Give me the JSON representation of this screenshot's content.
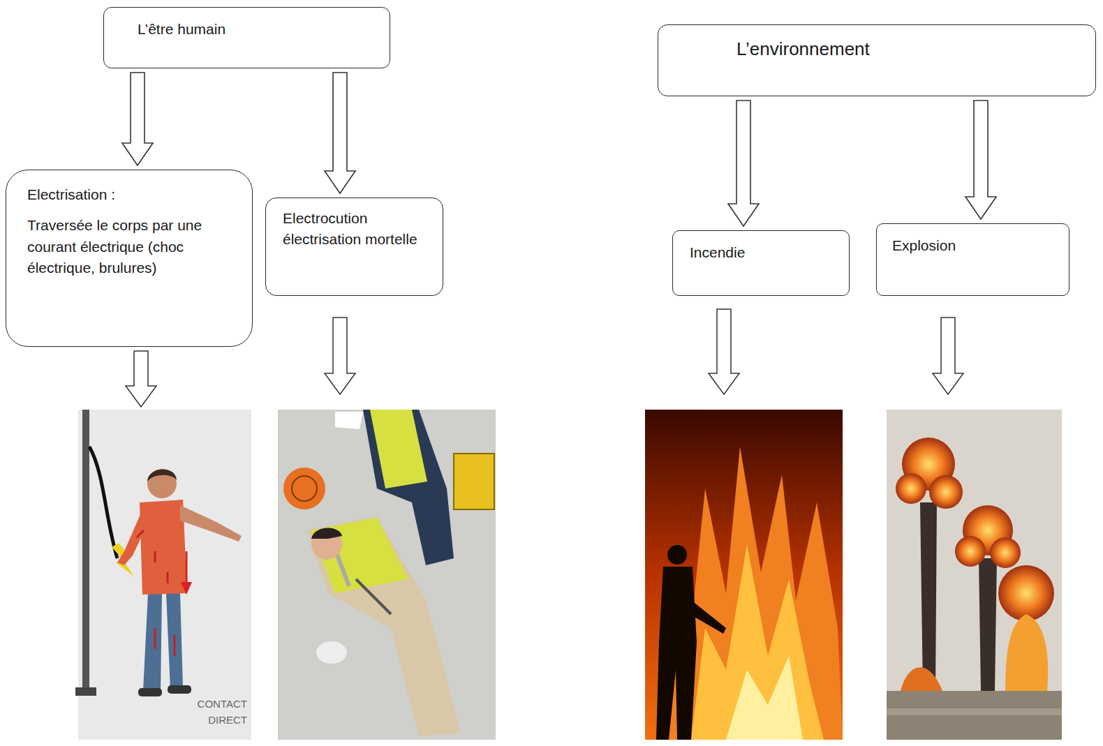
{
  "diagram": {
    "nodes": [
      {
        "text": [
          "L’être humain"
        ]
      },
      {
        "text": [
          "Electrisation :",
          "Traversée le corps par une courant électrique (choc électrique, brulures)"
        ]
      },
      {
        "text": [
          "Electrocution électrisation mortelle"
        ]
      },
      {
        "text": [
          "L’environnement"
        ]
      },
      {
        "text": [
          "Incendie"
        ]
      },
      {
        "text": [
          "Explosion"
        ]
      }
    ],
    "edges": [
      {
        "from": 0,
        "to": 1,
        "arrow": "to"
      },
      {
        "from": 0,
        "to": 2,
        "arrow": "to"
      },
      {
        "from": 3,
        "to": 4,
        "arrow": "to"
      },
      {
        "from": 3,
        "to": 5,
        "arrow": "to"
      }
    ],
    "labels": [
      "CONTACT DIRECT"
    ]
  }
}
